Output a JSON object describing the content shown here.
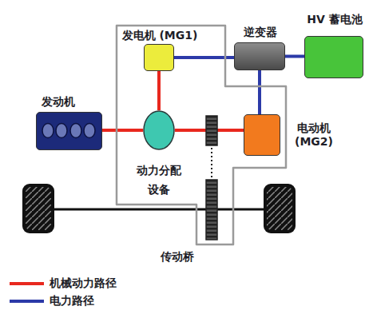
{
  "diagram": {
    "nodes": [
      {
        "text": [
          "传动桥"
        ]
      },
      {
        "text": [
          "发电机 (MG1)"
        ],
        "in": 0
      },
      {
        "text": [
          "逆变器"
        ]
      },
      {
        "text": [
          "HV 蓄电池"
        ]
      },
      {
        "text": [
          "发动机"
        ]
      },
      {
        "text": [
          "动力分配 设备"
        ],
        "in": 0
      },
      {
        "text": [
          "电动机 (MG2)"
        ],
        "in": 0
      }
    ],
    "edges": [
      {
        "from": 1,
        "to": 2,
        "arrow": "none"
      },
      {
        "from": 2,
        "to": 3,
        "arrow": "none"
      },
      {
        "from": 2,
        "to": 6,
        "arrow": "none"
      },
      {
        "from": 4,
        "to": 5,
        "arrow": "none"
      },
      {
        "from": 1,
        "to": 5,
        "arrow": "none"
      },
      {
        "from": 5,
        "to": 6,
        "arrow": "none"
      }
    ],
    "legend": [
      {
        "text": "机械动力路径"
      },
      {
        "text": "电力路径"
      }
    ]
  }
}
